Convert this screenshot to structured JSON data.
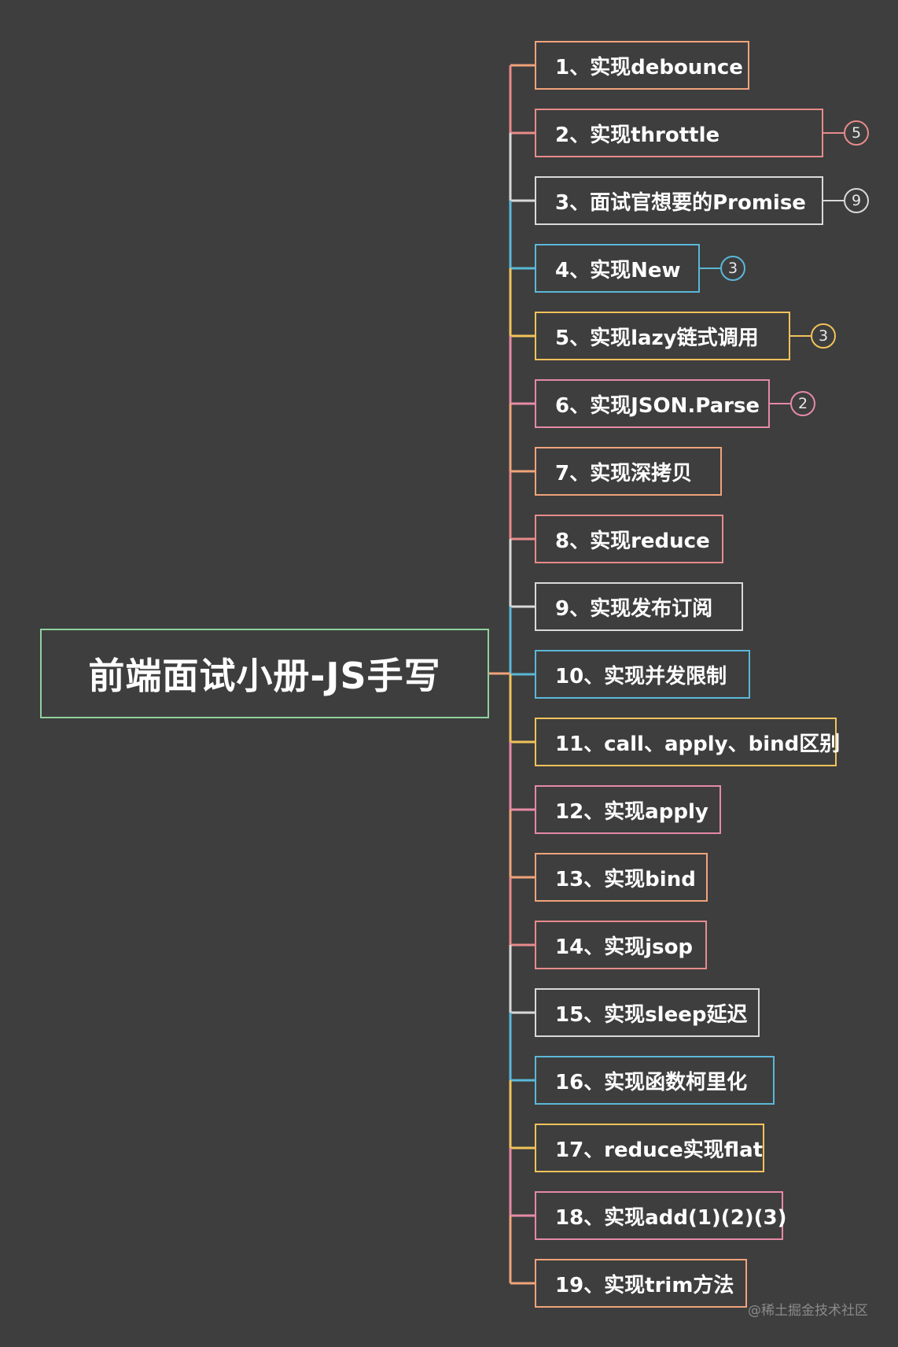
{
  "root": {
    "title": "前端面试小册-JS手写"
  },
  "items": [
    {
      "label": "1、实现debounce",
      "color": "#f0a37a",
      "badge": null
    },
    {
      "label": "2、实现throttle",
      "color": "#e88b8b",
      "badge": "5"
    },
    {
      "label": "3、面试官想要的Promise",
      "color": "#d9d9d9",
      "badge": "9"
    },
    {
      "label": "4、实现New",
      "color": "#5ab8d8",
      "badge": "3"
    },
    {
      "label": "5、实现lazy链式调用",
      "color": "#f2c35a",
      "badge": "3"
    },
    {
      "label": "6、实现JSON.Parse",
      "color": "#e58aa6",
      "badge": "2"
    },
    {
      "label": "7、实现深拷贝",
      "color": "#f0a37a",
      "badge": null
    },
    {
      "label": "8、实现reduce",
      "color": "#e88b8b",
      "badge": null
    },
    {
      "label": "9、实现发布订阅",
      "color": "#d9d9d9",
      "badge": null
    },
    {
      "label": "10、实现并发限制",
      "color": "#5ab8d8",
      "badge": null
    },
    {
      "label": "11、call、apply、bind区别",
      "color": "#f2c35a",
      "badge": null
    },
    {
      "label": "12、实现apply",
      "color": "#e58aa6",
      "badge": null
    },
    {
      "label": "13、实现bind",
      "color": "#f0a37a",
      "badge": null
    },
    {
      "label": "14、实现jsop",
      "color": "#e88b8b",
      "badge": null
    },
    {
      "label": "15、实现sleep延迟",
      "color": "#d9d9d9",
      "badge": null
    },
    {
      "label": "16、实现函数柯里化",
      "color": "#5ab8d8",
      "badge": null
    },
    {
      "label": "17、reduce实现flat",
      "color": "#f2c35a",
      "badge": null
    },
    {
      "label": "18、实现add(1)(2)(3)",
      "color": "#e58aa6",
      "badge": null
    },
    {
      "label": "19、实现trim方法",
      "color": "#f0a37a",
      "badge": null
    }
  ],
  "watermark": "@稀土掘金技术社区"
}
